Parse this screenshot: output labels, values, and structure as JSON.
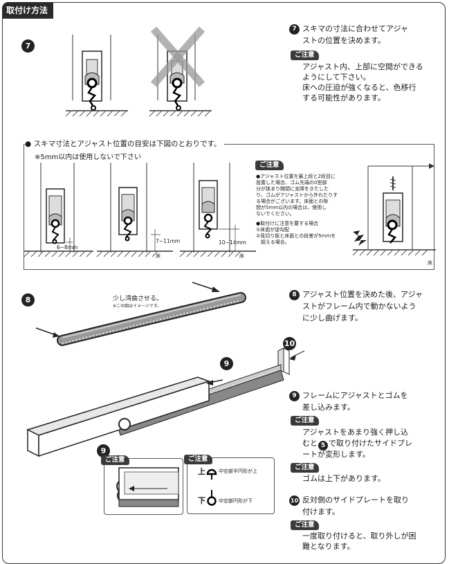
{
  "header": {
    "title": "取付け方法"
  },
  "step7": {
    "number": "7",
    "instruction": [
      "スキマの寸法に合わせてアジャ",
      "ストの位置を決めます。"
    ],
    "caution_label": "ご注意",
    "caution_text": [
      "アジャスト内、上部に空間ができる",
      "ようにして下さい。",
      "床への圧迫が強くなると、色移行",
      "する可能性があります。"
    ]
  },
  "guide": {
    "heading": "スキマ寸法とアジャスト位置の目安は下図のとおりです。",
    "note": "※5mm以内は使用しないで下さい",
    "dims": [
      "6~8mm",
      "7~11mm",
      "10~14mm"
    ],
    "floor_label": "床",
    "caution_label": "ご注意",
    "caution_text": [
      "●アジャスト位置を最上段と2段目に",
      "設置した場合、ゴム先端の0型部",
      "分が挟まり開閉に支障をきたした",
      "り、ゴムがアジャストから外れたりす",
      "る場合がございます。床面との隙",
      "間が5mm以内の場合は、使用し",
      "ないでください。",
      "",
      "●取付けに注意を要する場合",
      "①床面が逆勾配",
      "②見切り板と床面との段差が5mmを",
      "　超える場合。"
    ]
  },
  "step8": {
    "number": "8",
    "bend_label": "少し湾曲させる。",
    "image_note": "※この図はイメージです。",
    "instruction": [
      "アジャスト位置を決めた後、アジャ",
      "ストがフレーム内で動かないよう",
      "に少し曲げます。"
    ]
  },
  "step9": {
    "number": "9",
    "instruction": [
      "フレームにアジャストとゴムを",
      "差し込みます。"
    ],
    "caution_label": "ご注意",
    "caution_text": [
      "アジャストをあまり強く押し込",
      "むと",
      "で取り付けたサイドプレ",
      "ートが変形します。"
    ],
    "ref_number": "5",
    "caution2_label": "ご注意",
    "caution2_text": "ゴムは上下があります。",
    "inset_label": "ご注意",
    "inset2_label": "ご注意",
    "top_label": "上",
    "top_desc": "中空部半円形が上",
    "bottom_label": "下",
    "bottom_desc": "中空部円形が下"
  },
  "step10": {
    "number": "10",
    "instruction": [
      "反対側のサイドプレートを取り",
      "付けます。"
    ],
    "caution_label": "ご注意",
    "caution_text": [
      "一度取り付けると、取り外しが困",
      "難となります。"
    ]
  }
}
